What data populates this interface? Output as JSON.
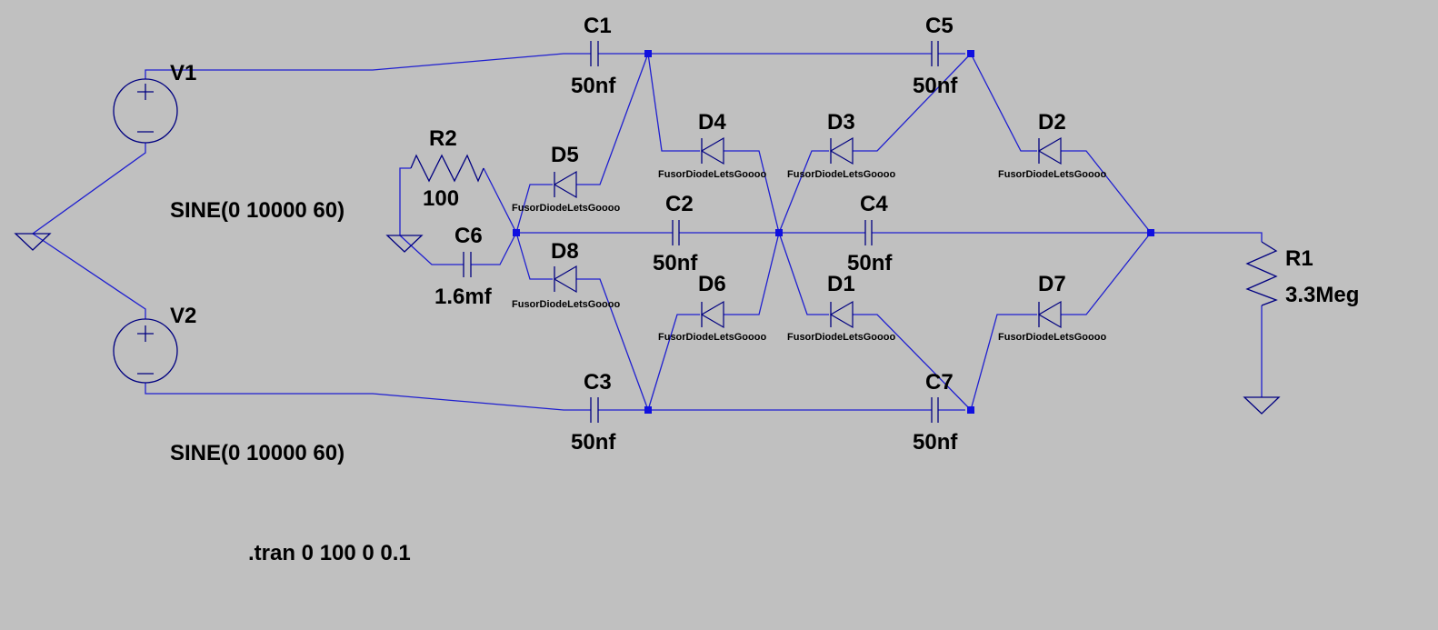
{
  "components": {
    "V1": {
      "name": "V1",
      "value": "SINE(0 10000 60)"
    },
    "V2": {
      "name": "V2",
      "value": "SINE(0 10000 60)"
    },
    "R1": {
      "name": "R1",
      "value": "3.3Meg"
    },
    "R2": {
      "name": "R2",
      "value": "100"
    },
    "C1": {
      "name": "C1",
      "value": "50nf"
    },
    "C2": {
      "name": "C2",
      "value": "50nf"
    },
    "C3": {
      "name": "C3",
      "value": "50nf"
    },
    "C4": {
      "name": "C4",
      "value": "50nf"
    },
    "C5": {
      "name": "C5",
      "value": "50nf"
    },
    "C6": {
      "name": "C6",
      "value": "1.6mf"
    },
    "C7": {
      "name": "C7",
      "value": "50nf"
    },
    "D1": {
      "name": "D1",
      "model": "FusorDiodeLetsGoooo"
    },
    "D2": {
      "name": "D2",
      "model": "FusorDiodeLetsGoooo"
    },
    "D3": {
      "name": "D3",
      "model": "FusorDiodeLetsGoooo"
    },
    "D4": {
      "name": "D4",
      "model": "FusorDiodeLetsGoooo"
    },
    "D5": {
      "name": "D5",
      "model": "FusorDiodeLetsGoooo"
    },
    "D6": {
      "name": "D6",
      "model": "FusorDiodeLetsGoooo"
    },
    "D7": {
      "name": "D7",
      "model": "FusorDiodeLetsGoooo"
    },
    "D8": {
      "name": "D8",
      "model": "FusorDiodeLetsGoooo"
    }
  },
  "directives": {
    "tran": ".tran 0 100 0 0.1"
  },
  "colors": {
    "background": "#c0c0c0",
    "wire": "#1f1fd0",
    "component": "#000080",
    "junction": "#1010e0",
    "text": "#000000"
  }
}
